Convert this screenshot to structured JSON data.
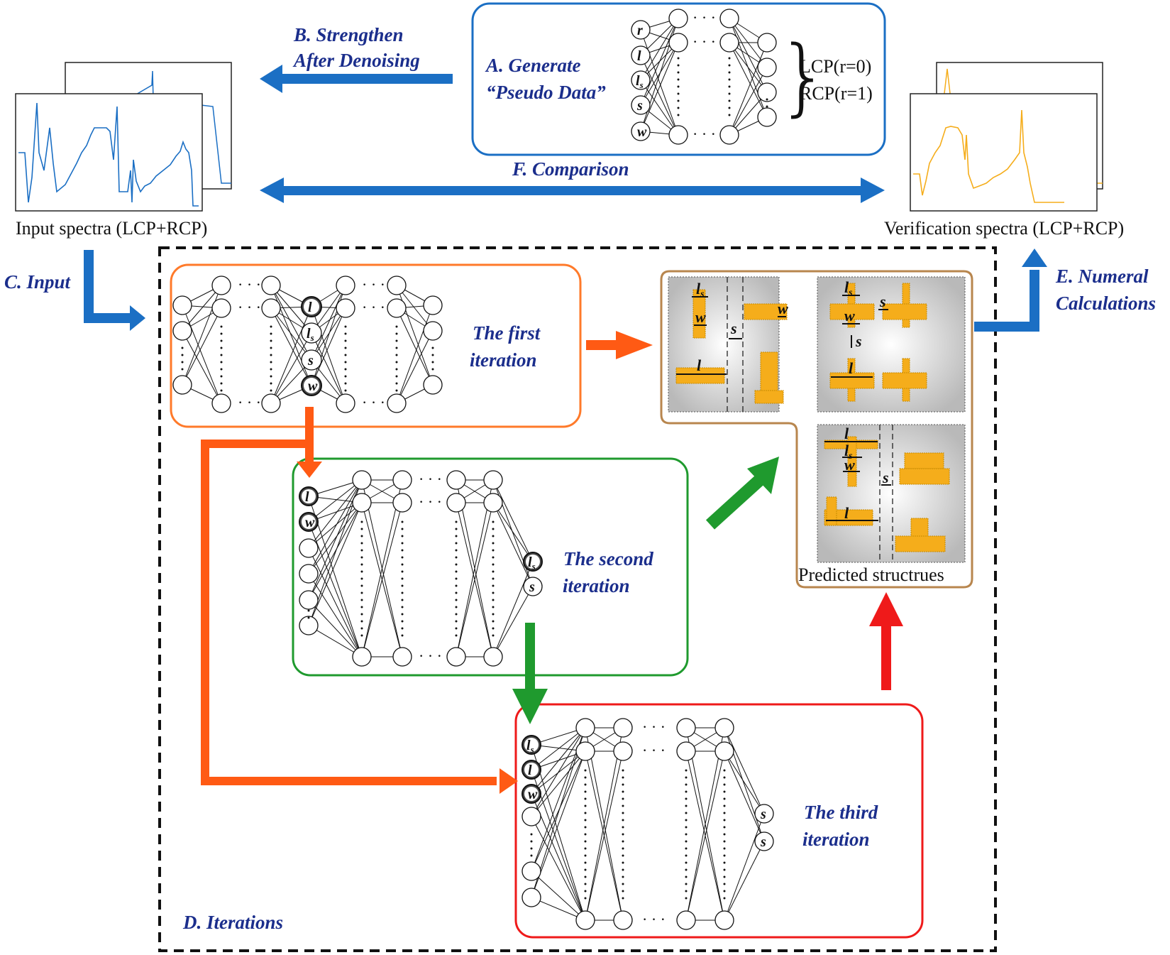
{
  "steps": {
    "a": [
      "A. Generate",
      "“Pseudo Data”"
    ],
    "b": [
      "B. Strengthen",
      "After Denoising"
    ],
    "c": "C. Input",
    "d": "D. Iterations",
    "e": [
      "E. Numeral",
      "Calculations"
    ],
    "f": "F. Comparison"
  },
  "spectra": {
    "input_label": "Input spectra (LCP+RCP)",
    "verification_label": "Verification spectra (LCP+RCP)"
  },
  "pseudo": {
    "inputs": [
      "r",
      "l",
      "ls",
      "s",
      "w"
    ],
    "outputs": [
      "LCP(r=0)",
      "RCP(r=1)"
    ]
  },
  "iterations": {
    "first": [
      "The first",
      "iteration"
    ],
    "first_outputs": [
      "l",
      "ls",
      "s",
      "w"
    ],
    "second": [
      "The second",
      "iteration"
    ],
    "second_inputs": [
      "l",
      "w"
    ],
    "second_outputs": [
      "ls",
      "s"
    ],
    "third": [
      "The third",
      "iteration"
    ],
    "third_inputs": [
      "ls",
      "l",
      "w"
    ],
    "third_outputs": [
      "s",
      "s"
    ]
  },
  "predicted": {
    "label": "Predicted structrues",
    "dims": [
      "ls",
      "w",
      "l",
      "s"
    ]
  },
  "colors": {
    "blue_arrow": "#1b6fc4",
    "orange": "#ff5a14",
    "green": "#1f9a2e",
    "red": "#ef1a1a",
    "text_blue": "#1b2e8c",
    "brown": "#b8864e",
    "gold": "#f5ad1b"
  }
}
